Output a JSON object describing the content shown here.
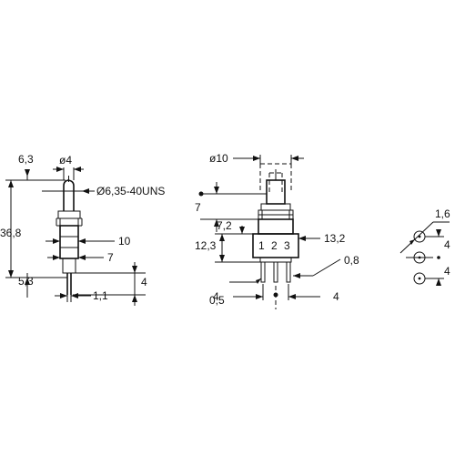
{
  "side_view": {
    "width_6_3": "6,3",
    "dia_4": "ø4",
    "thread": "Ø6,35-40UNS",
    "height_36_8": "36,8",
    "dim_10": "10",
    "dim_7": "7",
    "dim_5_3": "5,3",
    "dim_4": "4",
    "dim_1_1": "1,1"
  },
  "front_view": {
    "dia_10": "ø10",
    "dim_7": "7",
    "dim_7_2": "7,2",
    "dim_12_3": "12,3",
    "dim_13_2": "13,2",
    "dim_0_5": "0,5",
    "dim_0_8": "0,8",
    "dim_4_left": "4",
    "dim_4_right": "4",
    "terminals": [
      "1",
      "2",
      "3"
    ]
  },
  "pcb_layout": {
    "dim_1_6": "1,6",
    "dim_4_top": "4",
    "dim_4_bottom": "4"
  }
}
